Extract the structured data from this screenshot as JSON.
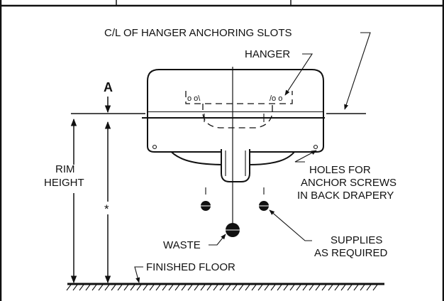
{
  "diagram": {
    "labels": {
      "cl_slots": "C/L OF HANGER ANCHORING SLOTS",
      "hanger": "HANGER",
      "dim_a": "A",
      "rim_height_1": "RIM",
      "rim_height_2": "HEIGHT",
      "asterisk": "*",
      "holes_1": "HOLES FOR",
      "holes_2": "ANCHOR SCREWS",
      "holes_3": "IN BACK DRAPERY",
      "waste": "WASTE",
      "supplies_1": "SUPPLIES",
      "supplies_2": "AS REQUIRED",
      "finished_floor": "FINISHED FLOOR"
    }
  }
}
